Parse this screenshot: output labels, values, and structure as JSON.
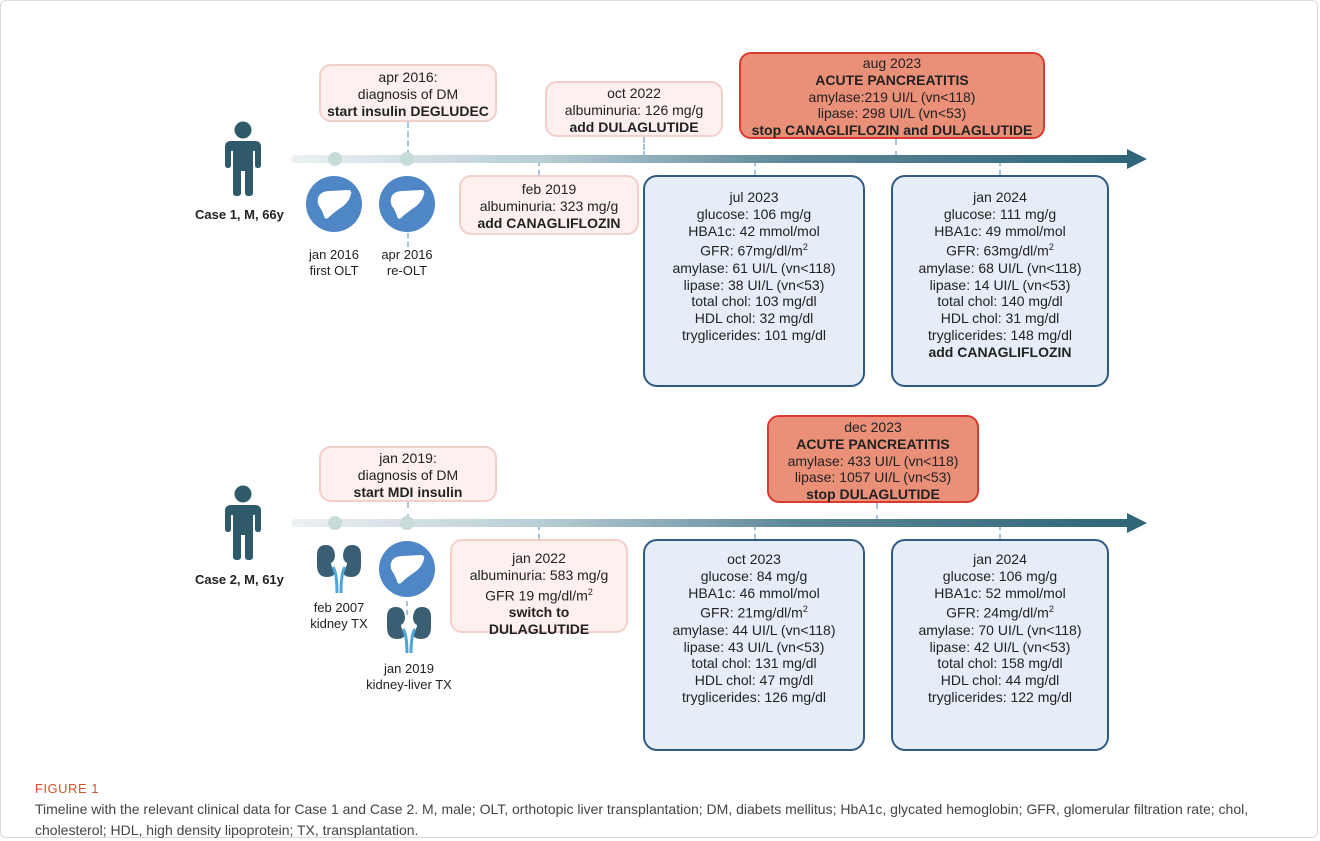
{
  "colors": {
    "timeline_dark": "#2f6678",
    "event_pink_bg": "#fdf0ee",
    "lab_blue_bg": "#e4edf8",
    "lab_blue_border": "#2f5a84",
    "alert_red_bg": "#ea8f78",
    "alert_red_border": "#d93c2e",
    "organ_blue": "#4f86c6",
    "person_dark": "#2f5a6a",
    "caption_label": "#d0542f"
  },
  "case1": {
    "label": "Case 1, M, 66y",
    "transplants": [
      {
        "date": "jan 2016",
        "event": "first OLT",
        "icon": "liver-icon"
      },
      {
        "date": "apr 2016",
        "event": "re-OLT",
        "icon": "liver-icon"
      }
    ],
    "event_dm": {
      "lines": [
        "apr 2016:",
        "diagnosis of DM"
      ],
      "bold": "start insulin DEGLUDEC"
    },
    "event_feb2019": {
      "lines": [
        "feb 2019",
        "albuminuria: 323 mg/g"
      ],
      "bold": "add CANAGLIFLOZIN"
    },
    "event_oct2022": {
      "lines": [
        "oct 2022",
        "albuminuria: 126 mg/g"
      ],
      "bold": "add DULAGLUTIDE"
    },
    "alert": {
      "date": "aug 2023",
      "title": "ACUTE PANCREATITIS",
      "lines": [
        "amylase:219 UI/L (vn<118)",
        "lipase: 298 UI/L (vn<53)"
      ],
      "bold": "stop CANAGLIFLOZIN and DULAGLUTIDE"
    },
    "labs_jul2023": {
      "date": "jul 2023",
      "glucose": "glucose: 106 mg/g",
      "hba1c": "HBA1c: 42 mmol/mol",
      "gfr": "GFR: 67mg/dl/m",
      "gfr_sup": "2",
      "amylase": "amylase: 61 UI/L (vn<118)",
      "lipase": "lipase: 38 UI/L (vn<53)",
      "total_chol": "total chol: 103 mg/dl",
      "hdl_chol": "HDL chol: 32 mg/dl",
      "triglycerides": "tryglicerides: 101 mg/dl"
    },
    "labs_jan2024": {
      "date": "jan 2024",
      "glucose": "glucose: 111 mg/g",
      "hba1c": "HBA1c: 49 mmol/mol",
      "gfr": "GFR: 63mg/dl/m",
      "gfr_sup": "2",
      "amylase": "amylase: 68 UI/L (vn<118)",
      "lipase": "lipase: 14 UI/L (vn<53)",
      "total_chol": "total chol: 140 mg/dl",
      "hdl_chol": "HDL chol: 31 mg/dl",
      "triglycerides": "tryglicerides: 148 mg/dl",
      "bold": "add CANAGLIFLOZIN"
    }
  },
  "case2": {
    "label": "Case 2, M, 61y",
    "transplants": [
      {
        "date": "feb 2007",
        "event": "kidney TX",
        "icon": "kidney-icon"
      },
      {
        "date": "jan 2019",
        "event": "kidney-liver TX",
        "icon": "liver-kidney-icon"
      }
    ],
    "event_dm": {
      "lines": [
        "jan 2019:",
        "diagnosis of DM"
      ],
      "bold": "start MDI insulin"
    },
    "event_jan2022": {
      "lines": [
        "jan 2022",
        "albuminuria: 583 mg/g"
      ],
      "gfr": "GFR 19 mg/dl/m",
      "gfr_sup": "2",
      "bold1": "switch to",
      "bold2": "DULAGLUTIDE"
    },
    "alert": {
      "date": "dec 2023",
      "title": "ACUTE PANCREATITIS",
      "lines": [
        "amylase: 433 UI/L (vn<118)",
        "lipase: 1057 UI/L (vn<53)"
      ],
      "bold": "stop DULAGLUTIDE"
    },
    "labs_oct2023": {
      "date": "oct 2023",
      "glucose": "glucose: 84 mg/g",
      "hba1c": "HBA1c: 46 mmol/mol",
      "gfr": "GFR: 21mg/dl/m",
      "gfr_sup": "2",
      "amylase": "amylase: 44 UI/L (vn<118)",
      "lipase": "lipase: 43 UI/L (vn<53)",
      "total_chol": "total chol: 131 mg/dl",
      "hdl_chol": "HDL chol: 47 mg/dl",
      "triglycerides": "tryglicerides: 126 mg/dl"
    },
    "labs_jan2024": {
      "date": "jan 2024",
      "glucose": "glucose: 106 mg/g",
      "hba1c": "HBA1c: 52 mmol/mol",
      "gfr": "GFR: 24mg/dl/m",
      "gfr_sup": "2",
      "amylase": "amylase: 70 UI/L (vn<118)",
      "lipase": "lipase: 42 UI/L (vn<53)",
      "total_chol": "total chol: 158 mg/dl",
      "hdl_chol": "HDL chol: 44 mg/dl",
      "triglycerides": "tryglicerides: 122 mg/dl"
    }
  },
  "caption": {
    "label": "FIGURE 1",
    "text": "Timeline with the relevant clinical data for Case 1 and Case 2. M, male; OLT, orthotopic liver transplantation; DM, diabets mellitus; HbA1c, glycated hemoglobin; GFR, glomerular filtration rate; chol, cholesterol; HDL, high density lipoprotein; TX, transplantation."
  }
}
